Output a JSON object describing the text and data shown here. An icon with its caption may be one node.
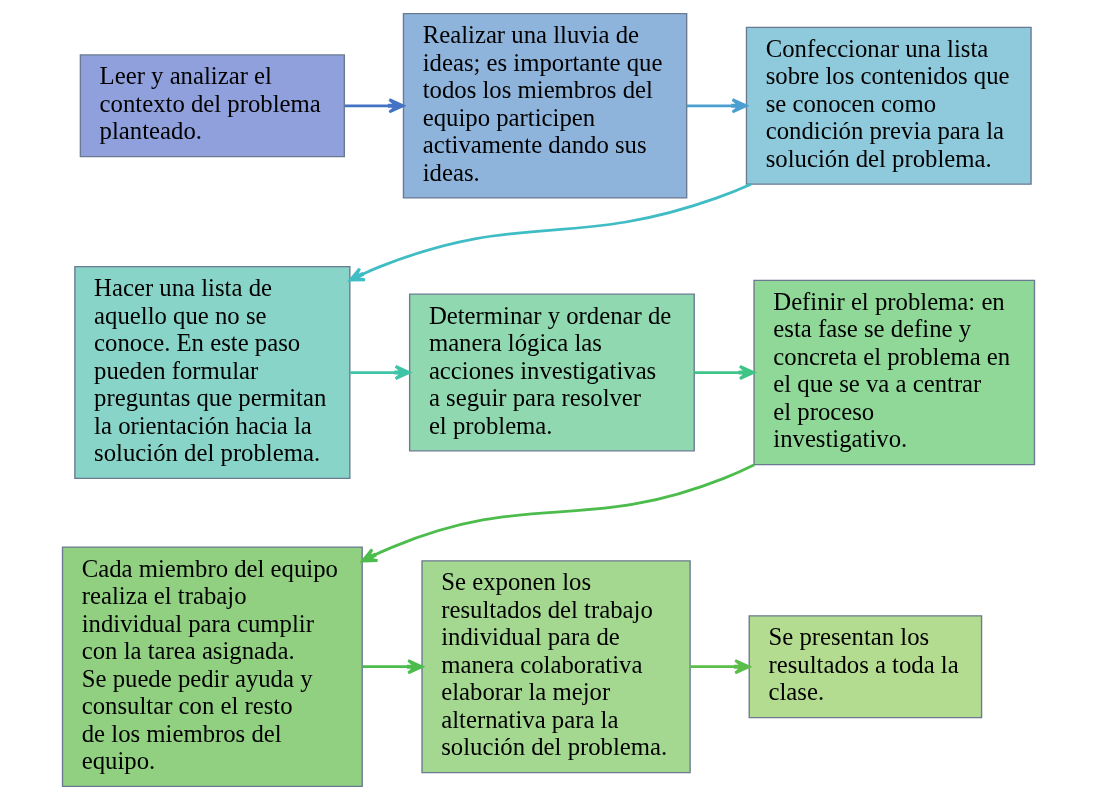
{
  "diagram": {
    "nodes": [
      {
        "text": [
          "Leer y analizar el contexto del problema planteado."
        ]
      },
      {
        "text": [
          "Realizar una lluvia de ideas; es importante que todos los miembros del equipo participen activamente dando sus ideas."
        ]
      },
      {
        "text": [
          "Confeccionar una lista sobre los contenidos que se conocen como condición previa para la solución del problema."
        ]
      },
      {
        "text": [
          "Hacer una lista de aquello que no se conoce. En este paso pueden formular preguntas que permitan la orientación hacia la solución del problema."
        ]
      },
      {
        "text": [
          "Determinar y ordenar de manera lógica las acciones investigativas a seguir para resolver el problema."
        ]
      },
      {
        "text": [
          "Definir el problema: en esta fase se define y concreta el problema en el que se va a centrar el proceso investigativo."
        ]
      },
      {
        "text": [
          "Cada miembro del equipo realiza el trabajo individual para cumplir con la tarea asignada. Se puede pedir ayuda y consultar con el resto de los miembros del equipo."
        ]
      },
      {
        "text": [
          "Se exponen los resultados del trabajo individual para de manera colaborativa elaborar la mejor alternativa para la solución del problema."
        ]
      },
      {
        "text": [
          "Se presentan los resultados a toda la clase."
        ]
      }
    ],
    "edges": [
      {
        "from": 0,
        "to": 1,
        "arrow": "to",
        "color": "#4472c4"
      },
      {
        "from": 1,
        "to": 2,
        "arrow": "to",
        "color": "#4a9fd0"
      },
      {
        "from": 2,
        "to": 3,
        "arrow": "to",
        "color": "#3fbcc4"
      },
      {
        "from": 3,
        "to": 4,
        "arrow": "to",
        "color": "#3fc4a8"
      },
      {
        "from": 4,
        "to": 5,
        "arrow": "to",
        "color": "#3fc488"
      },
      {
        "from": 5,
        "to": 6,
        "arrow": "to",
        "color": "#4cbc4c"
      },
      {
        "from": 6,
        "to": 7,
        "arrow": "to",
        "color": "#4cbc4c"
      },
      {
        "from": 7,
        "to": 8,
        "arrow": "to",
        "color": "#5cbc4c"
      }
    ]
  }
}
